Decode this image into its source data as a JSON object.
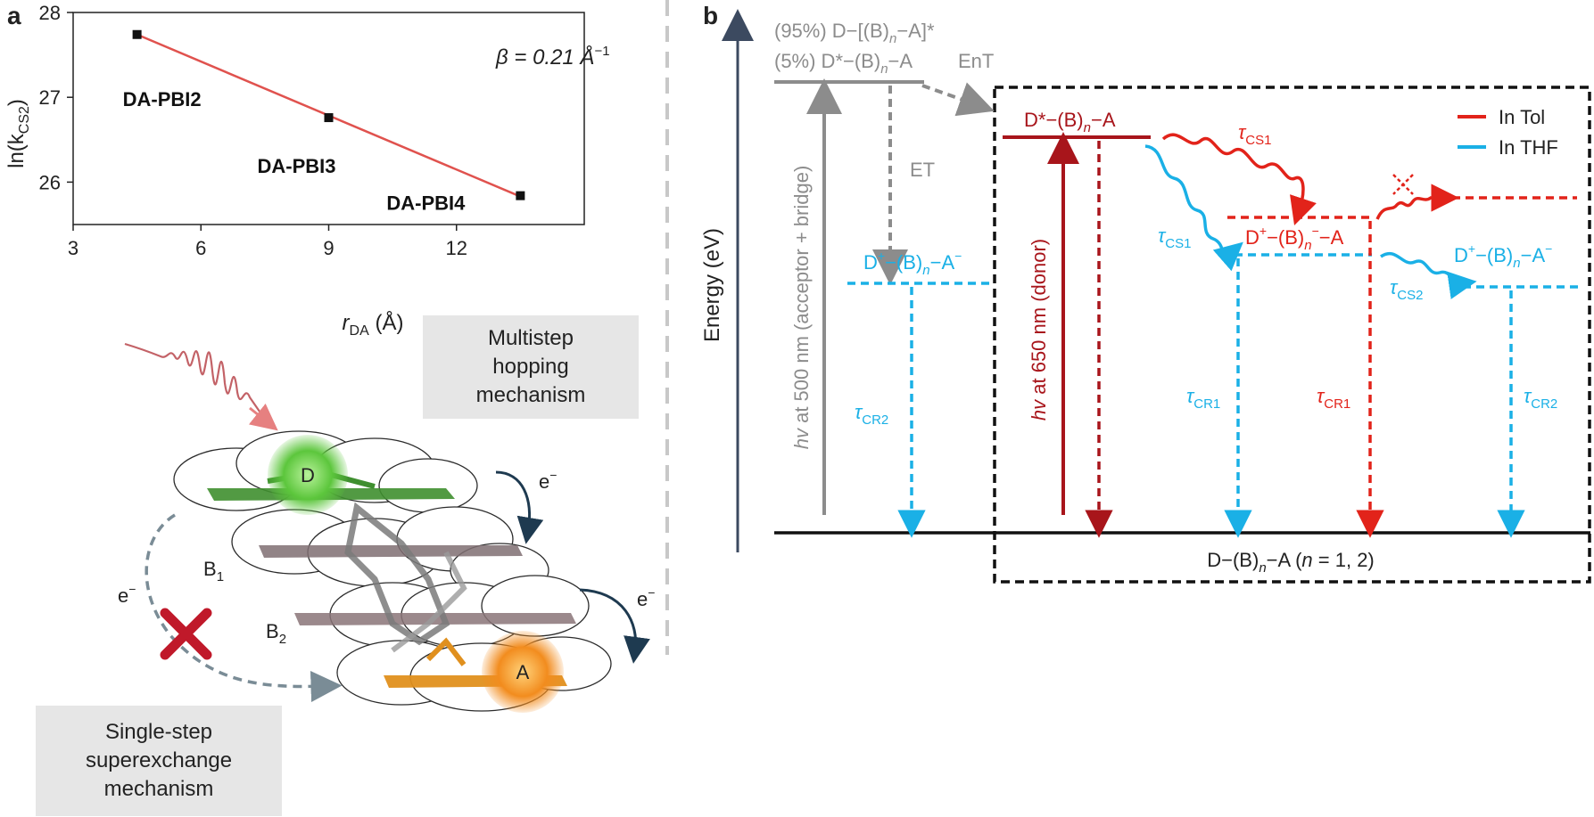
{
  "panel_a": {
    "letter": "a",
    "plot": {
      "xlabel_main": "r",
      "xlabel_sub": "DA",
      "xlabel_unit": " (Å)",
      "ylabel_main": "ln(k",
      "ylabel_sub": "CS2",
      "ylabel_end": ")",
      "beta_label": "β = 0.21 Å",
      "beta_exp": "−1"
    },
    "mechanism_boxes": {
      "multistep": "Multistep\nhopping\nmechanism",
      "single_step": "Single-step\nsuperexchange\nmechanism"
    },
    "molecule": {
      "donor": "D",
      "acceptor": "A",
      "bridge1": "B",
      "bridge1_sub": "1",
      "bridge2": "B",
      "bridge2_sub": "2",
      "electron": "e",
      "electron_sup": "−",
      "colors": {
        "donor": "#4caf34",
        "acceptor": "#f28c1e",
        "bridge": "#8a8a8a",
        "blocked": "#c0192a"
      }
    }
  },
  "chart_data": {
    "type": "scatter",
    "x": [
      4.5,
      9.0,
      13.5
    ],
    "y": [
      27.74,
      26.76,
      25.84
    ],
    "point_labels": [
      "DA-PBI2",
      "DA-PBI3",
      "DA-PBI4"
    ],
    "fit": {
      "x": [
        4.5,
        13.5
      ],
      "y": [
        27.74,
        25.83
      ],
      "color": "#e0524e"
    },
    "xlim": [
      3,
      15
    ],
    "ylim": [
      25.5,
      28
    ],
    "xticks": [
      3,
      6,
      9,
      12
    ],
    "yticks": [
      26,
      27,
      28
    ]
  },
  "panel_b": {
    "letter": "b",
    "axis_label": "Energy (eV)",
    "legend": [
      {
        "label": "In Tol",
        "color": "#e2231a"
      },
      {
        "label": "In THF",
        "color": "#1ab0e6"
      }
    ],
    "colors": {
      "tol": "#e2231a",
      "thf": "#1ab0e6",
      "dark_red": "#a8151b",
      "gray": "#8c8c8c"
    },
    "labels": {
      "excited_acceptor_bridge": "(95%) D−[(B)",
      "excited_acceptor_bridge_end": "−A]*",
      "excited_donor_mix": "(5%) D*−(B)",
      "excited_donor_mix_end": "−A",
      "ent": "EnT",
      "et": "ET",
      "donor_excited": "D*−(B)",
      "donor_excited_end": "−A",
      "n": "n",
      "cs1_state_a": "D",
      "cs1_state_b": "−(B)",
      "cs1_state_c": "−A",
      "cs_state_pre": "D",
      "cs_state_mid": "−(B)",
      "cs_state_mid2": "−A",
      "plus": "+",
      "minus": "−",
      "ground": "D−(B)",
      "ground_mid": "−A (",
      "ground_n": "n",
      "ground_end": " = 1, 2)",
      "hv": "hv",
      "hv_500": " at 500 nm (acceptor + bridge)",
      "hv_650": " at 650 nm (donor)",
      "tau": "τ",
      "cs1": "CS1",
      "cs2": "CS2",
      "cr1": "CR1",
      "cr2": "CR2"
    }
  }
}
